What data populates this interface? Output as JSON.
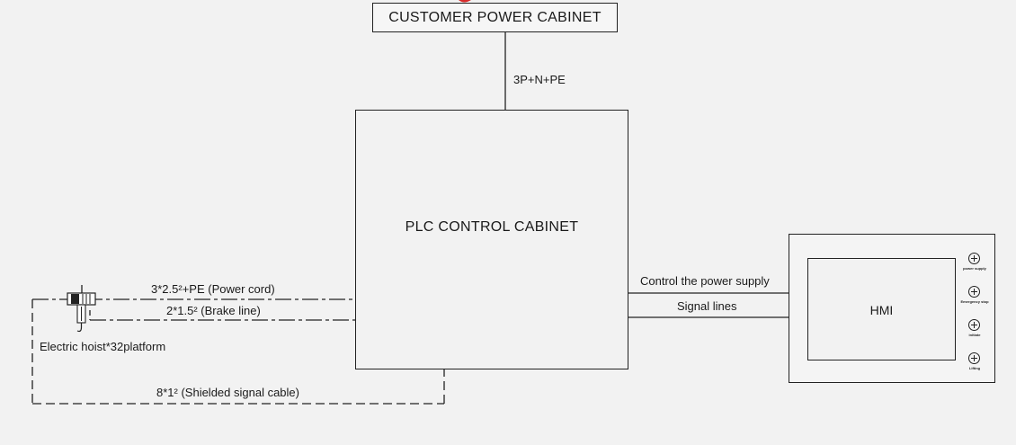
{
  "nodes": {
    "customer_cabinet": "CUSTOMER POWER CABINET",
    "plc_cabinet": "PLC CONTROL CABINET",
    "hmi": "HMI",
    "hoist": "Electric hoist*32platform"
  },
  "links": {
    "supply": "3P+N+PE",
    "power_cord": "3*2.5²+PE (Power cord)",
    "brake_line": "2*1.5² (Brake line)",
    "shielded": "8*1² (Shielded signal cable)",
    "control_power": "Control the power supply",
    "signal_lines": "Signal lines"
  },
  "hmi_buttons": [
    {
      "label": "power supply"
    },
    {
      "label": "Emergency stop"
    },
    {
      "label": "initiate"
    },
    {
      "label": "Lifting"
    }
  ],
  "colors": {
    "line": "#222222",
    "background": "#f2f2f2",
    "accent": "#d62b2b"
  }
}
